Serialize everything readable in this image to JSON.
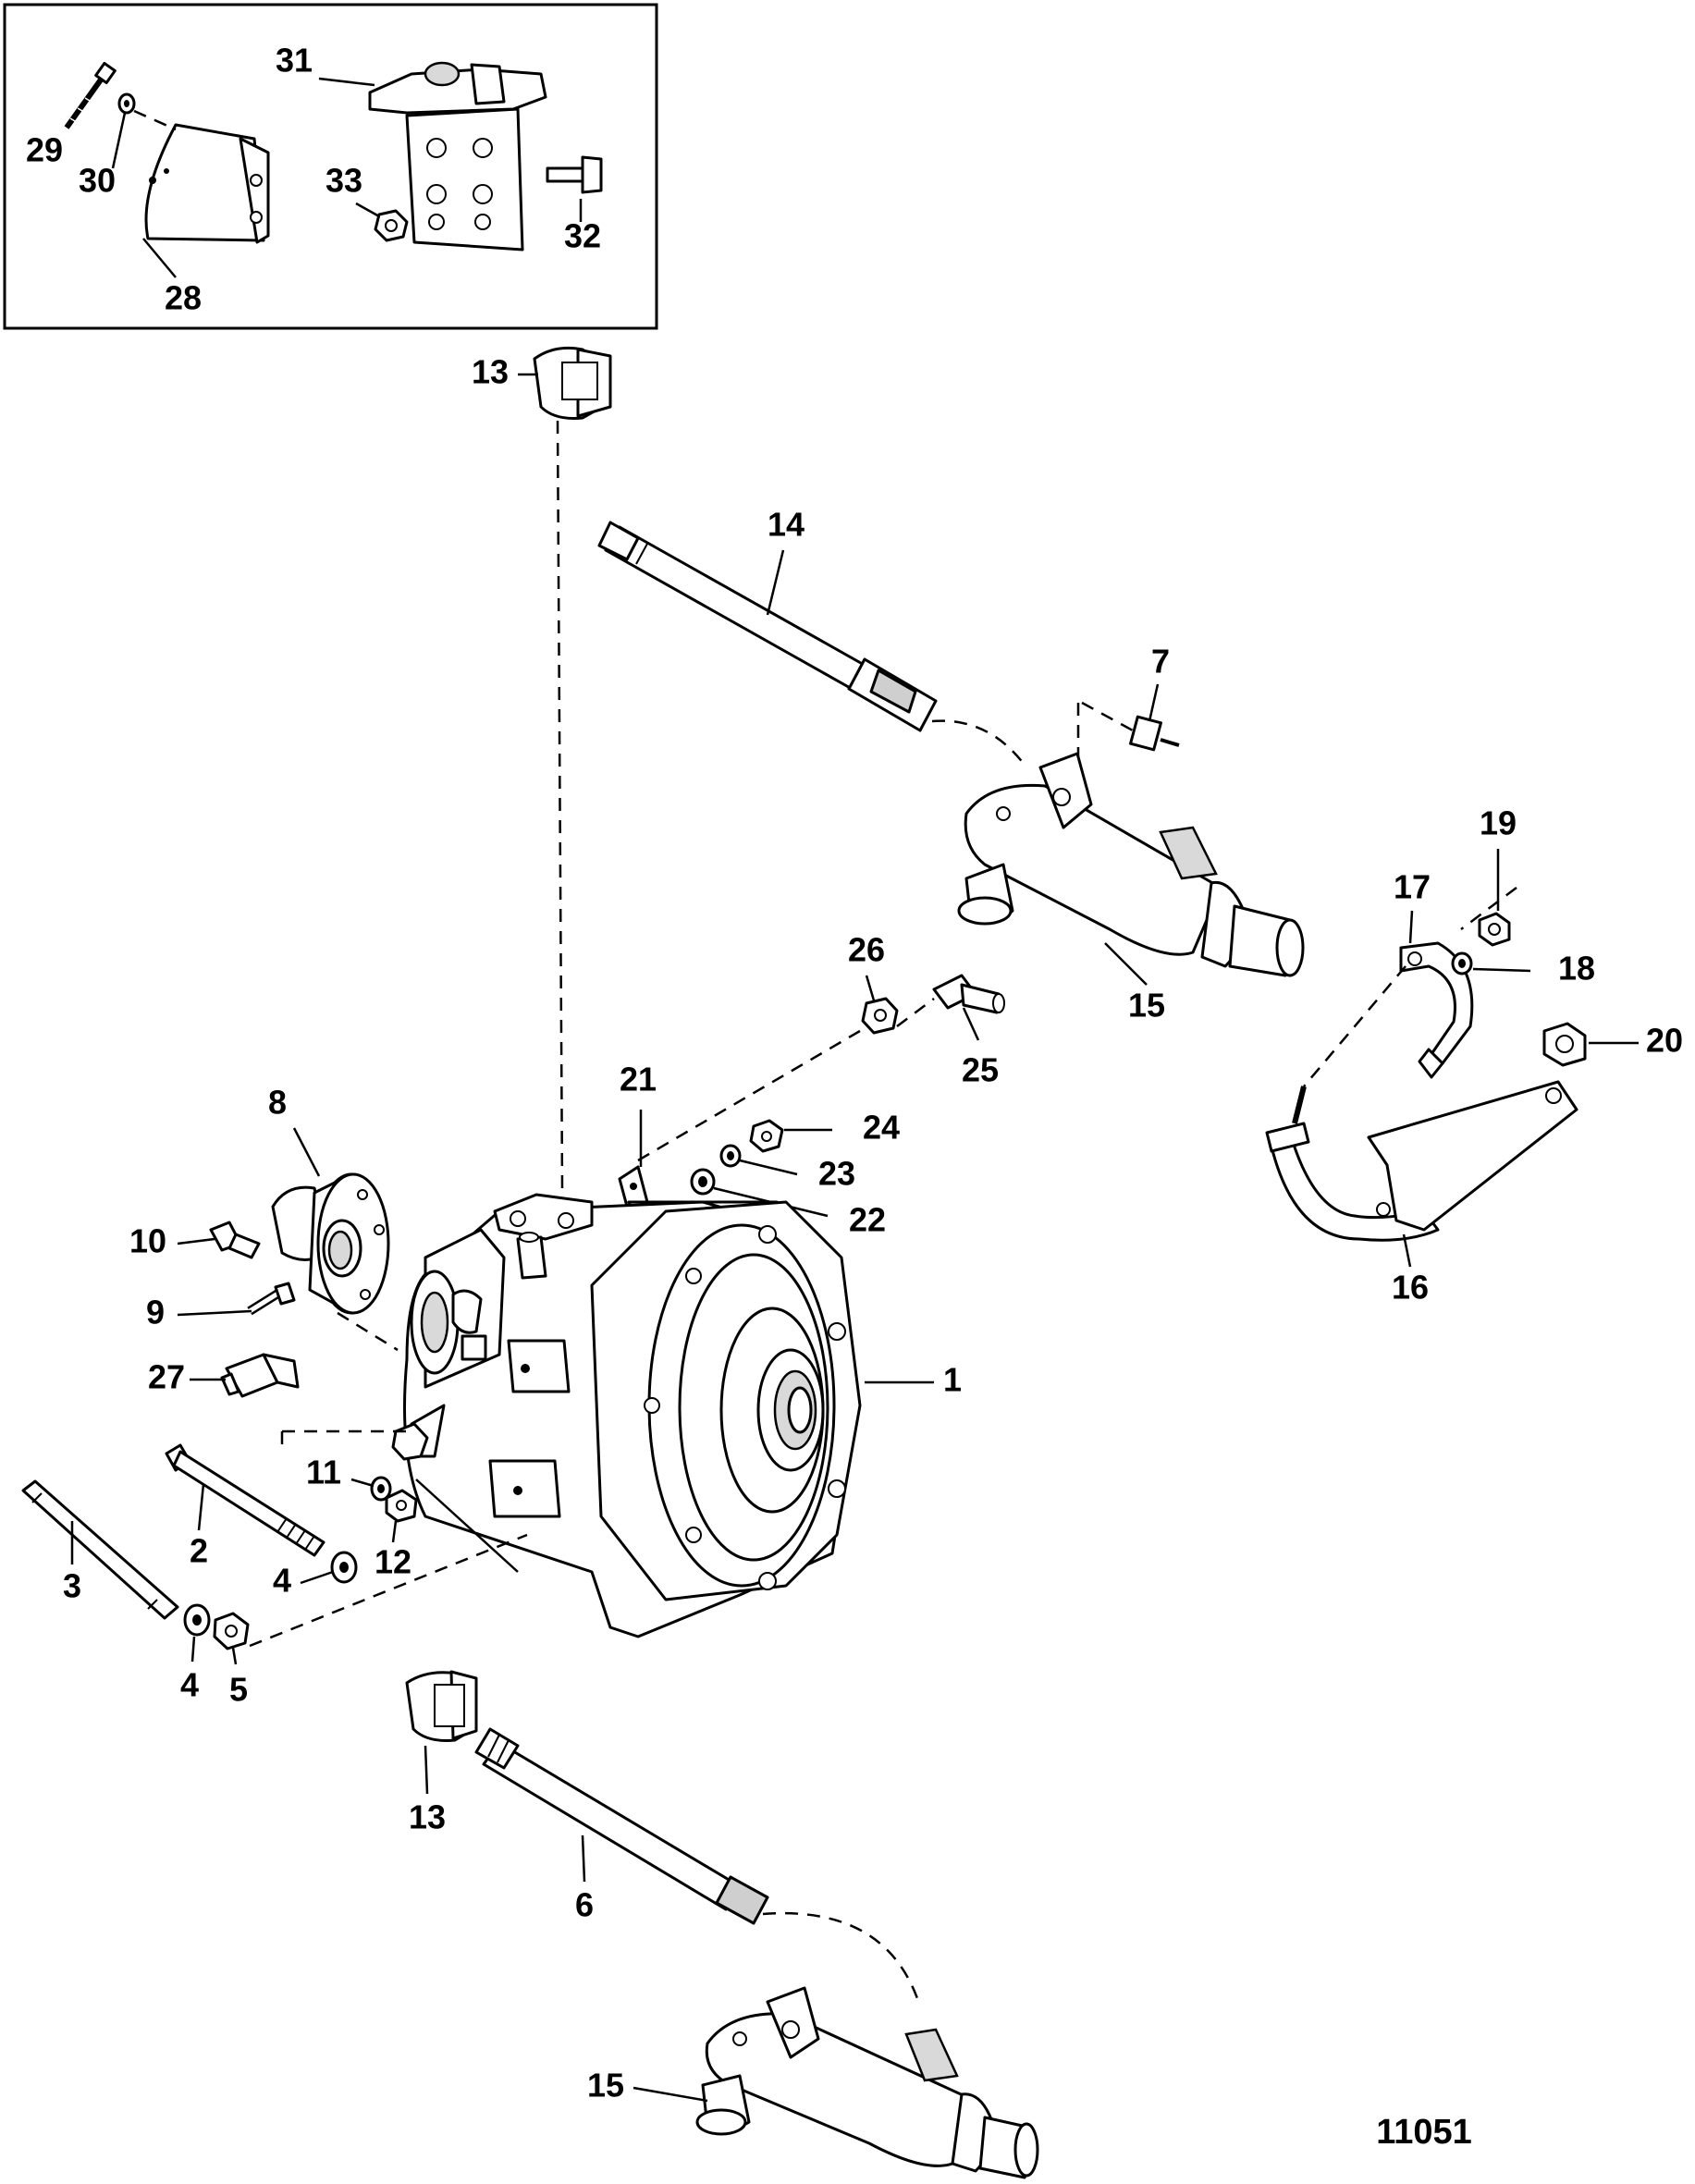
{
  "figure_id": "11051",
  "callouts": {
    "c1": "1",
    "c2": "2",
    "c3": "3",
    "c4a": "4",
    "c4b": "4",
    "c5": "5",
    "c6": "6",
    "c7": "7",
    "c8": "8",
    "c9": "9",
    "c10": "10",
    "c11": "11",
    "c12": "12",
    "c13a": "13",
    "c13b": "13",
    "c14": "14",
    "c15a": "15",
    "c15b": "15",
    "c16": "16",
    "c17": "17",
    "c18": "18",
    "c19": "19",
    "c20": "20",
    "c21": "21",
    "c22": "22",
    "c23": "23",
    "c24": "24",
    "c25": "25",
    "c26": "26",
    "c27": "27",
    "c28": "28",
    "c29": "29",
    "c30": "30",
    "c31": "31",
    "c32": "32",
    "c33": "33"
  }
}
